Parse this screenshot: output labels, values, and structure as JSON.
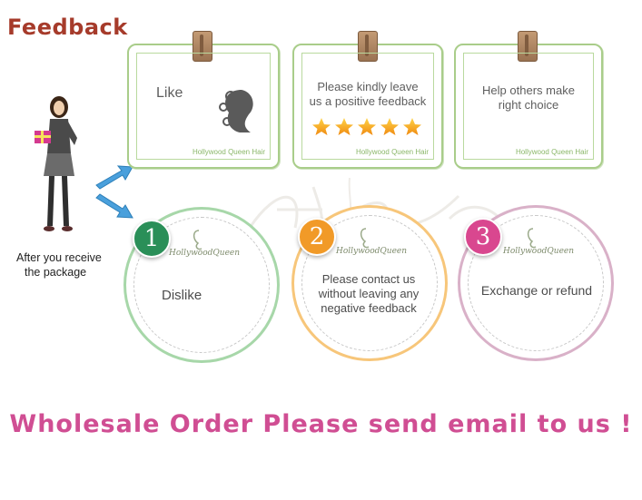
{
  "title": "Feedback",
  "figure_caption_lines": [
    "After you receive",
    "the package"
  ],
  "cards": [
    {
      "text_lines": [
        "Like"
      ],
      "brand": "Hollywood Queen Hair",
      "icon": "woman-silhouette-icon"
    },
    {
      "text_lines": [
        "Please kindly leave",
        "us a positive feedback"
      ],
      "brand": "Hollywood Queen Hair",
      "stars": 5,
      "icon": "star-icon"
    },
    {
      "text_lines": [
        "Help others make",
        "right choice"
      ],
      "brand": "Hollywood Queen Hair"
    }
  ],
  "circles": [
    {
      "number": "1",
      "text_lines": [
        "Dislike"
      ],
      "color": "#2a8f58",
      "ring": "#a7d7a9",
      "mini_brand": "HollywoodQueen"
    },
    {
      "number": "2",
      "text_lines": [
        "Please contact us",
        "without leaving any",
        "negative feedback"
      ],
      "color": "#f19a28",
      "ring": "#f7c67a",
      "mini_brand": "HollywoodQueen"
    },
    {
      "number": "3",
      "text_lines": [
        "Exchange or refund"
      ],
      "color": "#d9478f",
      "ring": "#d9b1c8",
      "mini_brand": "HollywoodQueen"
    }
  ],
  "bottom_text": "Wholesale Order Please send email to us !",
  "colors": {
    "title": "#a63b2b",
    "card_border": "#a9cd8a",
    "bottom_text": "#d04e93",
    "arrow": "#4aa0dc"
  }
}
